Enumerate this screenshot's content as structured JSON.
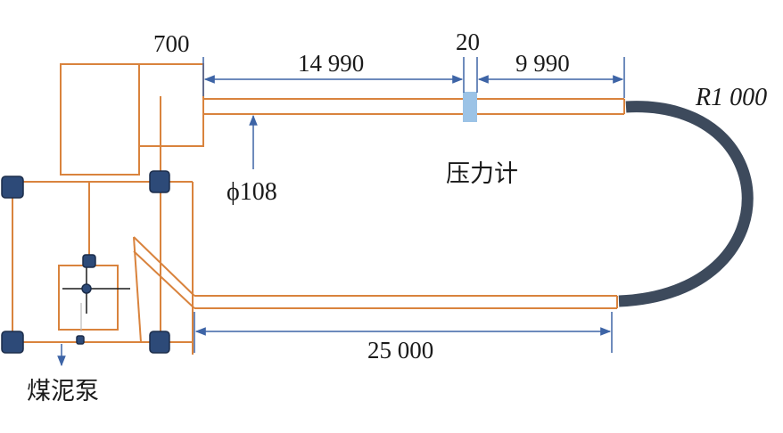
{
  "labels": {
    "dim_700": "700",
    "dim_14990": "14 990",
    "dim_20": "20",
    "dim_9990": "9 990",
    "dim_25000": "25 000",
    "radius": "R1 000",
    "diameter": "ϕ108",
    "pressure_gauge": "压力计",
    "slurry_pump": "煤泥泵"
  },
  "colors": {
    "pipe": "#d9833d",
    "bend": "#3d4a5c",
    "dimension": "#3d64a6",
    "node": "#2d4a78",
    "gauge": "#9cc3e6"
  }
}
